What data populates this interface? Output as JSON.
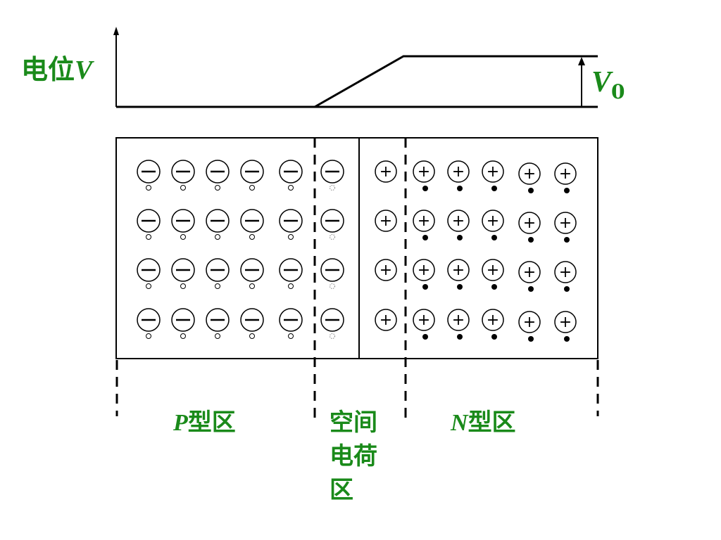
{
  "potential_axis": {
    "label_text": "电位",
    "label_var": "V",
    "step_var": "V",
    "step_sub": "0"
  },
  "regions": {
    "p_letter": "P",
    "p_suffix": "型区",
    "scr_line1": "空间",
    "scr_line2": "电荷",
    "scr_line3": "区",
    "n_letter": "N",
    "n_suffix": "型区"
  },
  "charges": {
    "negative_symbol": "−",
    "positive_symbol": "+"
  },
  "colors": {
    "label_green": "#1a8a1a",
    "line_black": "#000000"
  }
}
